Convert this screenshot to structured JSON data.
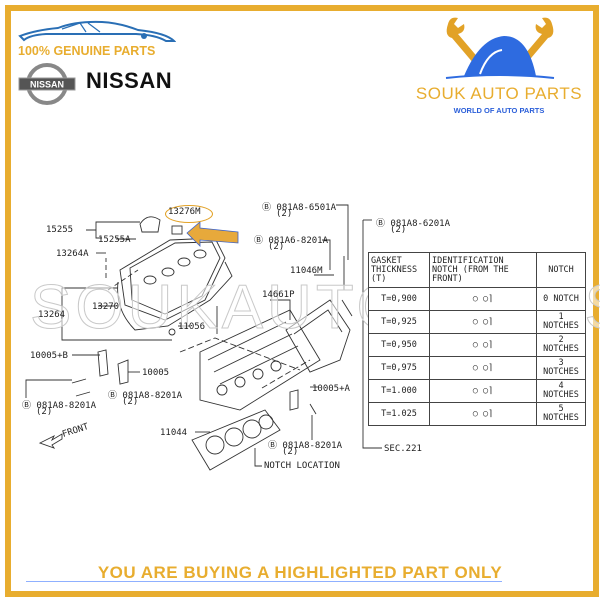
{
  "branding": {
    "tagline": "100% GENUINE PARTS",
    "manufacturer": "NISSAN",
    "badge_text": "NISSAN",
    "store_name": "SOUK AUTO PARTS",
    "store_subtitle": "WORLD OF AUTO PARTS",
    "watermark": "SOUKAUTOPARTS",
    "colors": {
      "gold": "#e8ad2f",
      "blue": "#2b5fd9",
      "frame": "#e8ad2f"
    }
  },
  "diagram": {
    "highlighted_part": "13276M",
    "labels": {
      "p15255": "15255",
      "p15255A": "15255A",
      "p13264A": "13264A",
      "p13264": "13264",
      "p13270": "13270",
      "p11056": "11056",
      "p11046M": "11046M",
      "p14661P": "14661P",
      "p10005B": "10005+B",
      "p10005": "10005",
      "p10005A": "10005+A",
      "p11044": "11044",
      "bolt1": "Ⓑ 081A8-6501A",
      "bolt1_qty": "(2)",
      "bolt2": "Ⓑ 081A6-8201A",
      "bolt2_qty": "(2)",
      "bolt3": "Ⓑ 081A8-6201A",
      "bolt3_qty": "(2)",
      "bolt4": "Ⓑ 081A8-8201A",
      "bolt4_qty": "(2)",
      "bolt5": "Ⓑ 081A8-8201A",
      "bolt5_qty": "(2)",
      "bolt6": "Ⓑ 081A8-8201A",
      "bolt6_qty": "(2)",
      "notch_location": "NOTCH LOCATION",
      "sec": "SEC.221",
      "front": "FRONT"
    },
    "gasket_table": {
      "headers": [
        "GASKET THICKNESS (T)",
        "IDENTIFICATION NOTCH (FROM THE FRONT)",
        "NOTCH"
      ],
      "rows": [
        {
          "t": "T=0,900",
          "notch": "0 NOTCH"
        },
        {
          "t": "T=0,925",
          "notch": "1 NOTCHES"
        },
        {
          "t": "T=0,950",
          "notch": "2 NOTCHES"
        },
        {
          "t": "T=0,975",
          "notch": "3 NOTCHES"
        },
        {
          "t": "T=1.000",
          "notch": "4 NOTCHES"
        },
        {
          "t": "T=1.025",
          "notch": "5 NOTCHES"
        }
      ]
    }
  },
  "footer": {
    "notice": "YOU ARE BUYING A HIGHLIGHTED PART ONLY"
  }
}
